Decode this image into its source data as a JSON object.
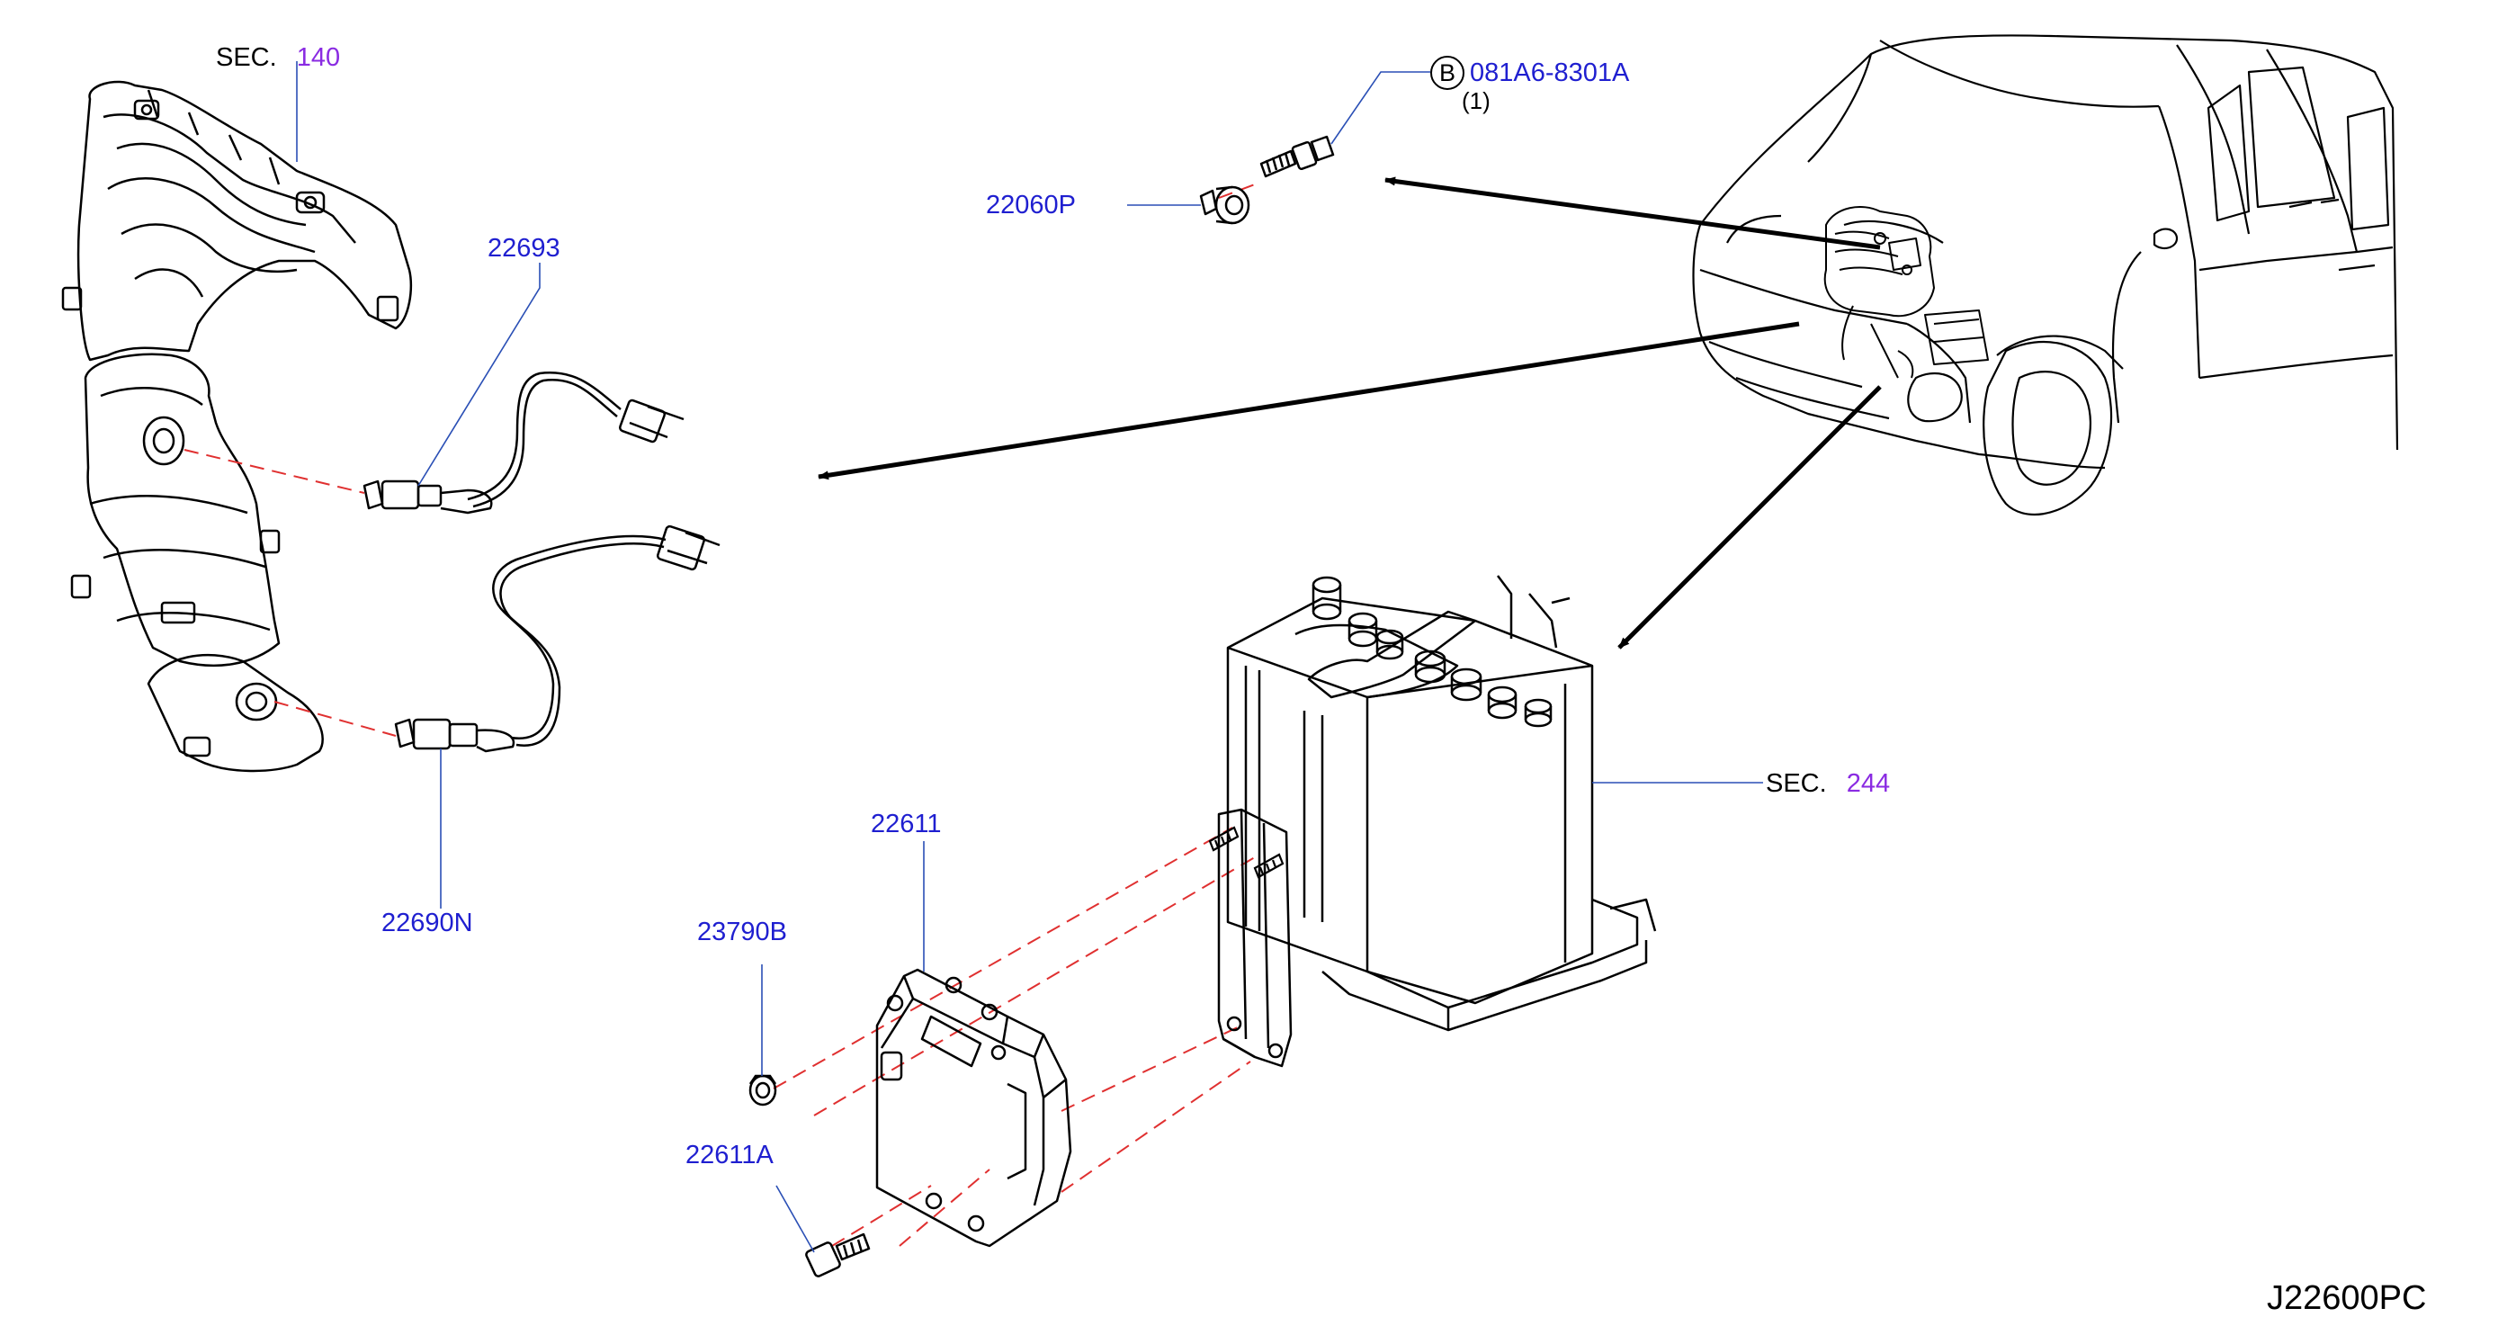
{
  "diagram_code": "J22600PC",
  "colors": {
    "part_number": "#1f1fd0",
    "section_number": "#8a2be2",
    "line": "#000000",
    "leader": "#2a4fb5",
    "dash": "#e03030"
  },
  "labels": {
    "sec_140": {
      "prefix": "SEC.",
      "number": "140"
    },
    "sec_244": {
      "prefix": "SEC.",
      "number": "244"
    },
    "bolt_ref": {
      "symbol": "B",
      "number": "081A6-8301A",
      "qty": "(1)"
    },
    "p22060P": "22060P",
    "p22693": "22693",
    "p22690N": "22690N",
    "p22611": "22611",
    "p23790B": "23790B",
    "p22611A": "22611A"
  },
  "components": [
    {
      "name": "exhaust-manifold-catalyst",
      "icon": "manifold-icon"
    },
    {
      "name": "heated-oxygen-sensor-upper",
      "icon": "oxygen-sensor-icon"
    },
    {
      "name": "heated-oxygen-sensor-lower",
      "icon": "oxygen-sensor-icon"
    },
    {
      "name": "camshaft-position-sensor",
      "icon": "sensor-icon"
    },
    {
      "name": "engine-control-module",
      "icon": "ecm-icon"
    },
    {
      "name": "battery",
      "icon": "battery-icon"
    },
    {
      "name": "vehicle",
      "icon": "suv-icon"
    }
  ]
}
